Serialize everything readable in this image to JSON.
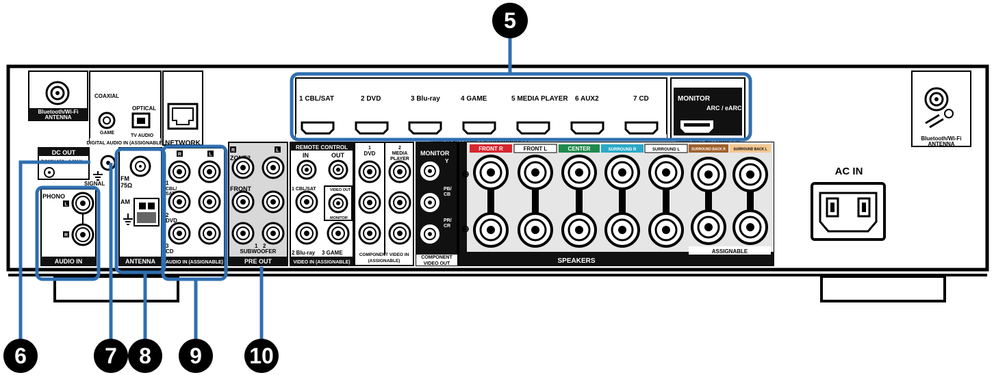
{
  "callouts": {
    "c5": "5",
    "c6": "6",
    "c7": "7",
    "c8": "8",
    "c9": "9",
    "c10": "10"
  },
  "antenna_left": {
    "line1": "Bluetooth/Wi-Fi",
    "line2": "ANTENNA"
  },
  "antenna_right": {
    "line1": "Bluetooth/Wi-Fi",
    "line2": "ANTENNA"
  },
  "digital_audio": {
    "coaxial": "COAXIAL",
    "optical": "OPTICAL",
    "game": "GAME",
    "tv_audio": "TV AUDIO",
    "title": "DIGITAL AUDIO IN (ASSIGNABLE)"
  },
  "network": "NETWORK",
  "hdmi_in": {
    "inputs": [
      "1 CBL/SAT",
      "2 DVD",
      "3 Blu-ray",
      "4 GAME",
      "5 MEDIA PLAYER",
      "6 AUX2",
      "7 CD"
    ],
    "title": "HDMI IN  4K / HDCP2.3 (ASSIGNABLE)"
  },
  "hdmi_out": {
    "monitor": "MONITOR",
    "arc": "ARC / eARC",
    "title": "HDMI OUT 4K / HDCP2.3"
  },
  "dc_out": {
    "title": "DC OUT",
    "spec": "DC12V 150mA MAX."
  },
  "signal_gnd": "SIGNAL",
  "phono": {
    "label": "PHONO",
    "l": "L",
    "r": "R"
  },
  "audio_in_title": "AUDIO IN",
  "antenna": {
    "fm": "FM",
    "ohm": "75Ω",
    "am": "AM",
    "title": "ANTENNA"
  },
  "audio_in_assignable": {
    "r": "R",
    "l": "L",
    "in1a": "1",
    "in1b": "CBL/",
    "in1c": "SAT",
    "in2a": "2",
    "in2b": "DVD",
    "in3a": "3",
    "in3b": "CD",
    "title": "AUDIO IN (ASSIGNABLE)"
  },
  "pre_out": {
    "zone2": "ZONE2",
    "r": "R",
    "l": "L",
    "front": "FRONT",
    "subwoofer": "SUBWOOFER",
    "s1": "1",
    "s2": "2",
    "title": "PRE OUT"
  },
  "remote_control": {
    "title": "REMOTE CONTROL",
    "in": "IN",
    "out": "OUT"
  },
  "video_in": {
    "cbl": "1 CBL/SAT",
    "bluray": "2 Blu-ray",
    "game": "3 GAME",
    "video_out": "VIDEO OUT",
    "monitor": "MONITOR",
    "title": "VIDEO IN (ASSIGNABLE)"
  },
  "component_in": {
    "dvd_num": "1",
    "dvd": "DVD",
    "mp_num": "2",
    "mp1": "MEDIA",
    "mp2": "PLAYER",
    "title1": "COMPONENT VIDEO IN",
    "title2": "(ASSIGNABLE)"
  },
  "component_out": {
    "monitor": "MONITOR",
    "y": "Y",
    "pb": "PB/",
    "cb": "CB",
    "pr": "PR/",
    "cr": "CR",
    "title1": "COMPONENT",
    "title2": "VIDEO OUT"
  },
  "speakers": {
    "headers": [
      "FRONT R",
      "FRONT L",
      "CENTER",
      "SURROUND R",
      "SURROUND L",
      "SURROUND BACK R",
      "SURROUND BACK L"
    ],
    "plus": "⊕",
    "minus": "⊖",
    "title": "SPEAKERS",
    "assignable": "ASSIGNABLE"
  },
  "ac_in": "AC IN",
  "colors": {
    "callout_blue": "#2f6fb0",
    "front_red": "#d8262e",
    "center_green": "#1f8a4c",
    "surround_cyan": "#2aa9c8",
    "surround_back_brown": "#a0602a",
    "panel_black": "#111111"
  }
}
